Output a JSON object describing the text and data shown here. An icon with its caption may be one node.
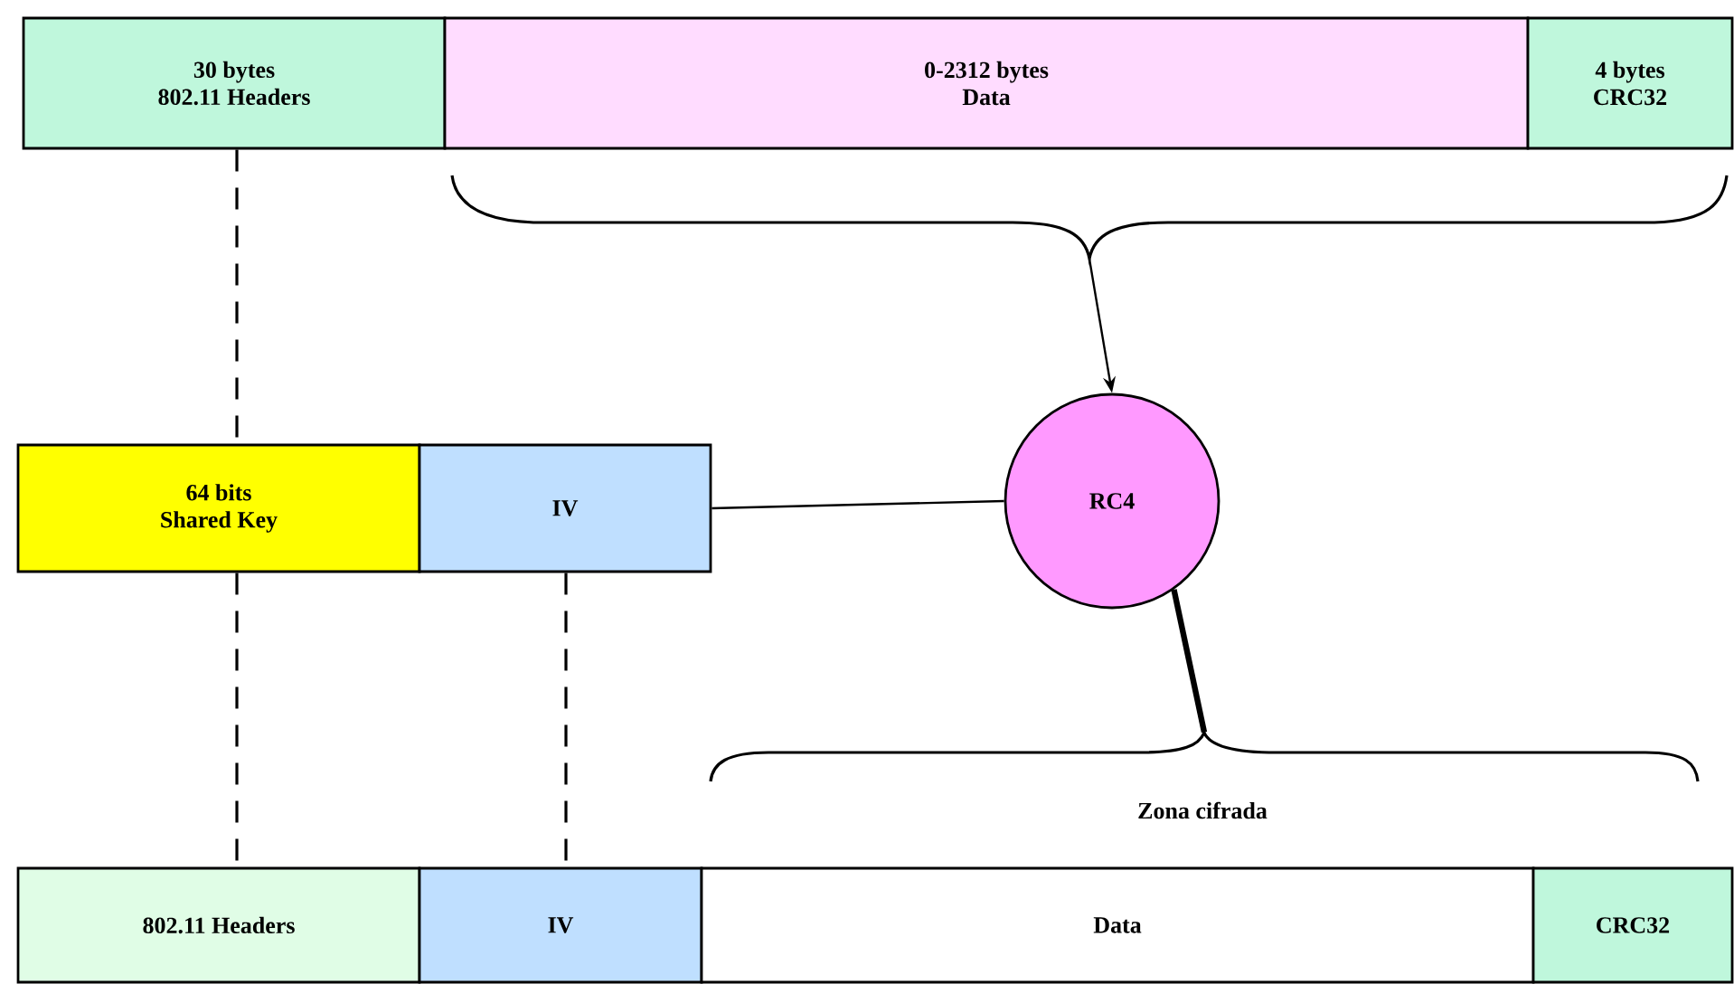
{
  "diagram": {
    "nodes": [
      {
        "text": [
          "30 bytes",
          "802.11 Headers"
        ]
      },
      {
        "text": [
          "0-2312 bytes",
          "Data"
        ]
      },
      {
        "text": [
          "4 bytes",
          "CRC32"
        ]
      },
      {
        "text": [
          "64 bits",
          "Shared Key"
        ]
      },
      {
        "text": [
          "IV"
        ]
      },
      {
        "text": [
          "RC4"
        ]
      },
      {
        "text": [
          "802.11 Headers"
        ]
      },
      {
        "text": [
          "IV"
        ]
      },
      {
        "text": [
          "Data"
        ]
      },
      {
        "text": [
          "CRC32"
        ]
      },
      {
        "text": [],
        "shape": "brace"
      },
      {
        "text": [],
        "shape": "brace"
      }
    ],
    "edges": [
      {
        "from": 10,
        "to": 5,
        "arrow": "to"
      },
      {
        "from": 4,
        "to": 5,
        "arrow": "none"
      },
      {
        "from": 5,
        "to": 11,
        "arrow": "none",
        "style": "thick"
      },
      {
        "from": 0,
        "to": 3,
        "arrow": "none",
        "style": "dashed"
      },
      {
        "from": 3,
        "to": 6,
        "arrow": "none",
        "style": "dashed"
      },
      {
        "from": 4,
        "to": 7,
        "arrow": "none",
        "style": "dashed"
      }
    ],
    "labels": [
      "Zona cifrada"
    ]
  }
}
